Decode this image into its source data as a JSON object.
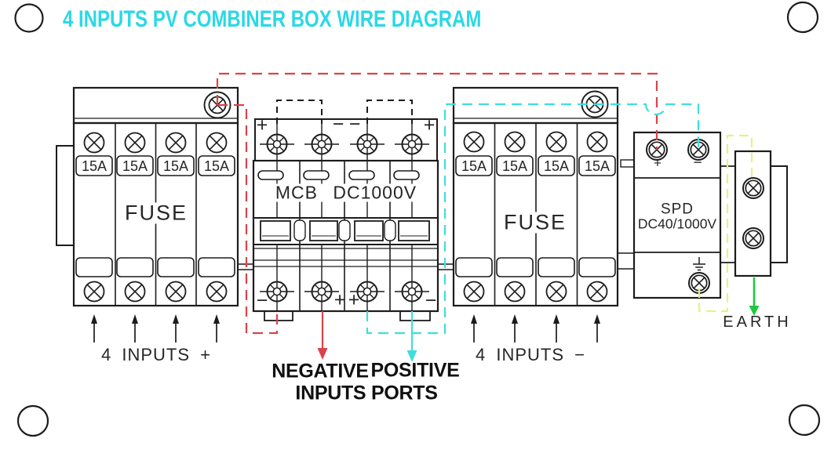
{
  "title": "4 INPUTS PV COMBINER BOX WIRE DIAGRAM",
  "left_fuse": {
    "label": "FUSE",
    "ratings": [
      "15A",
      "15A",
      "15A",
      "15A"
    ],
    "input_label": "4 INPUTS +"
  },
  "right_fuse": {
    "label": "FUSE",
    "ratings": [
      "15A",
      "15A",
      "15A",
      "15A"
    ],
    "input_label": "4 INPUTS −"
  },
  "mcb": {
    "label": "MCB DC1000V",
    "top_polarity": [
      "+",
      "−",
      "−",
      "+"
    ],
    "bottom_polarity": [
      "−",
      "+",
      "+",
      "−"
    ]
  },
  "spd": {
    "name": "SPD",
    "rating": "DC40/1000V",
    "plus": "+",
    "minus": "−"
  },
  "earth_label": "EARTH",
  "ports": {
    "negative": "NEGATIVE",
    "positive": "POSITIVE",
    "caption": "INPUTS PORTS"
  },
  "colors": {
    "title": "#2bd8e6",
    "negative": "#d9434a",
    "positive": "#3fdede",
    "earth_wire": "#eaef85",
    "earth_arrow": "#1fc93d",
    "line": "#1c1c1c"
  }
}
